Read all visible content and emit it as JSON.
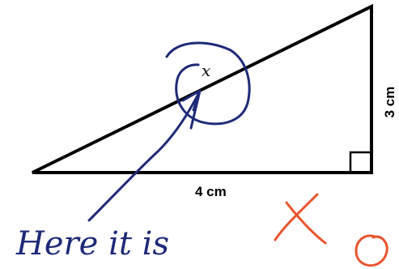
{
  "diagram": {
    "unknown_label": "x",
    "base_label": "4 cm",
    "height_label": "3 cm"
  },
  "annotation": {
    "handwritten_text": "Here it is",
    "ink_color": "#1e2a78",
    "mark_color": "#e8542e"
  }
}
